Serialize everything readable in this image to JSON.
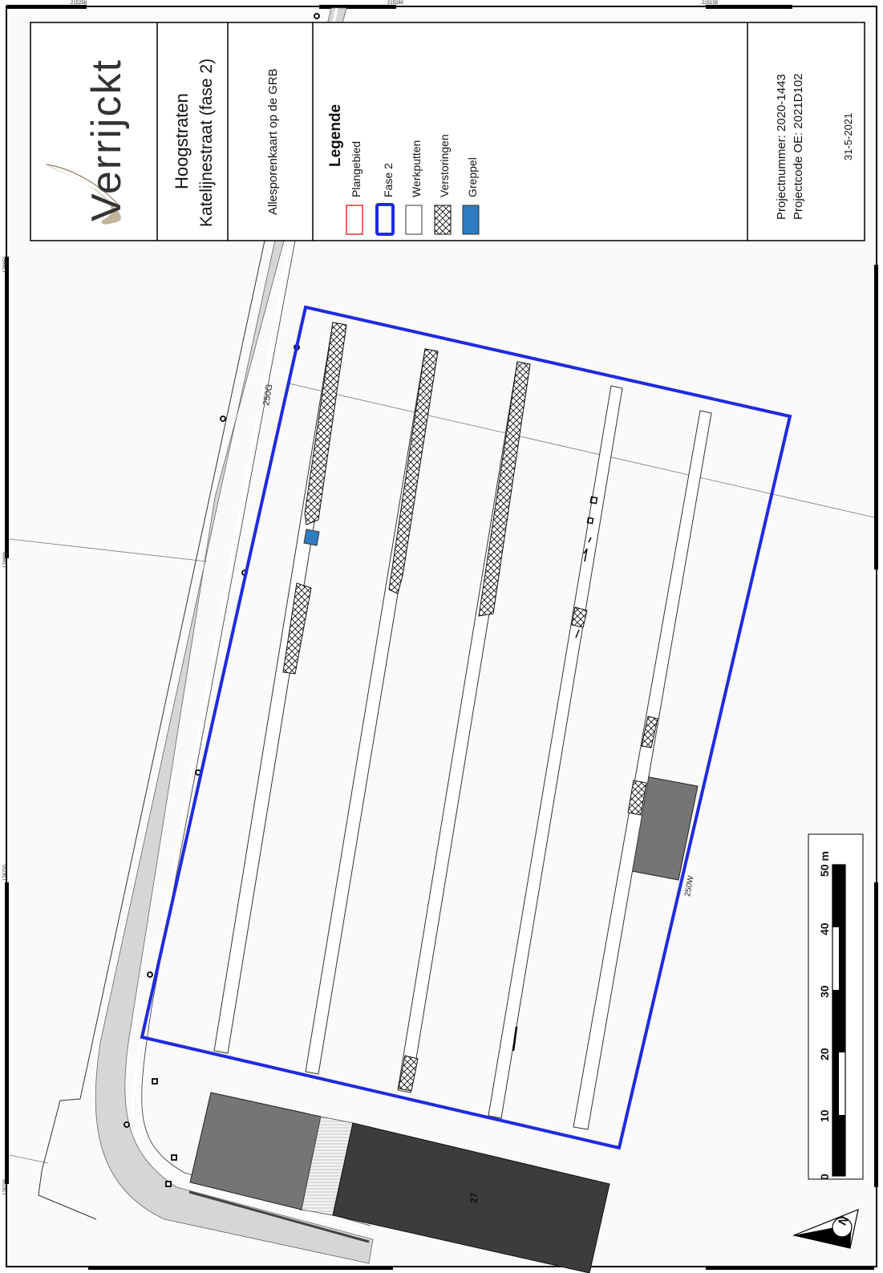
{
  "brand": {
    "name": "Verrijckt"
  },
  "title_block": {
    "project_name": "Hoogstraten",
    "project_subtitle": "Katelijnestraat (fase 2)",
    "map_type": "Allesporenkaart op de GRB",
    "project_number": "Projectnummer:  2020-1443",
    "project_code": "Projectcode OE: 2021D102",
    "date": "31-5-2021"
  },
  "legend": {
    "title": "Legende",
    "items": [
      {
        "label": "Plangebied",
        "fill": "#ffffff",
        "stroke": "#e53030",
        "pattern": "outline"
      },
      {
        "label": "Fase 2",
        "fill": "#ffffff",
        "stroke": "#1f2be0",
        "pattern": "thick-outline"
      },
      {
        "label": "Werkputten",
        "fill": "#ffffff",
        "stroke": "#333333",
        "pattern": "plain"
      },
      {
        "label": "Verstoringen",
        "fill": "#ffffff",
        "stroke": "#111111",
        "pattern": "crosshatch"
      },
      {
        "label": "Greppel",
        "fill": "#2f7cc0",
        "stroke": "#333333",
        "pattern": "solid"
      }
    ]
  },
  "map_labels": {
    "parcel_250g": "250G",
    "parcel_250w": "250W",
    "house_number": "27"
  },
  "frame_ticks": {
    "top_1": "215258",
    "top_2": "215260",
    "top_3": "215158",
    "left_1": "176850",
    "left_2": "176800",
    "left_3": "176750",
    "left_4": "176700"
  },
  "scale_bar": {
    "unit": "50 m",
    "ticks": [
      "0",
      "10",
      "20",
      "30",
      "40"
    ]
  },
  "north_arrow": {
    "label": "N"
  },
  "colors": {
    "fase2_outline": "#1f2be0",
    "plangebied_outline": "#e53030",
    "greppel": "#2f7cc0",
    "road": "#d4d4d4",
    "building_light": "#757575",
    "building_dark": "#3c3c3c"
  }
}
